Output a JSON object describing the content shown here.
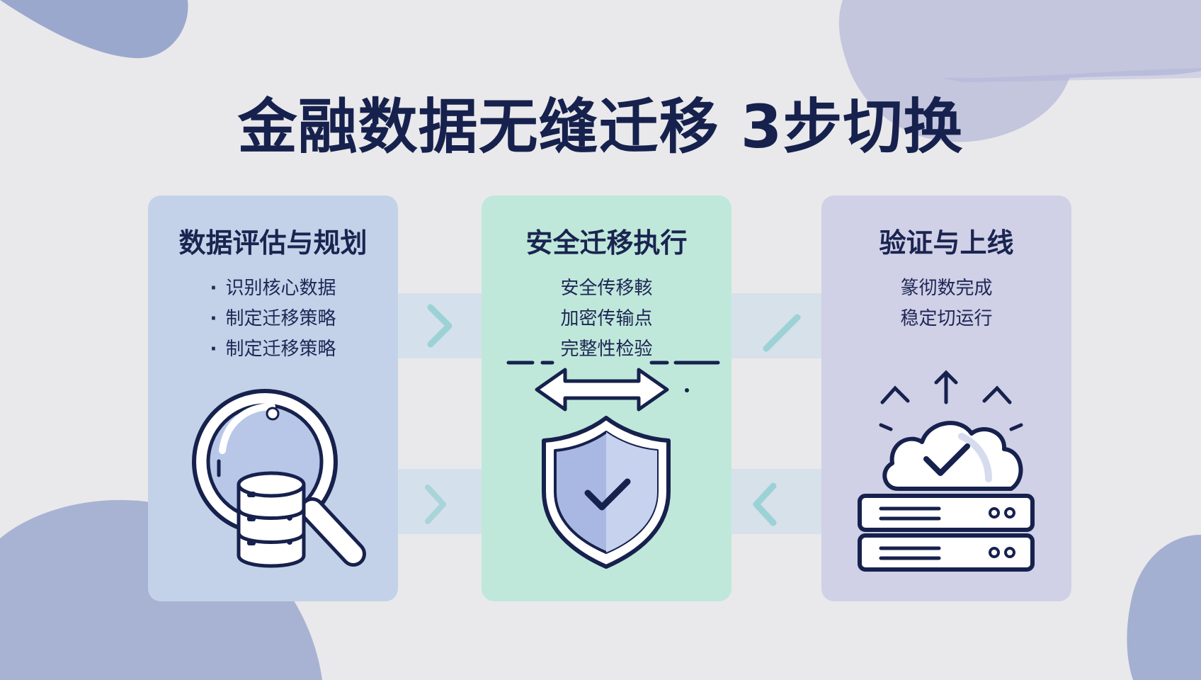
{
  "title": "金融数据无缝迁移 3步切换",
  "colors": {
    "background": "#e9e9eb",
    "card1": "#c3d2e8",
    "card2": "#bfe8da",
    "card3": "#d0d0e6",
    "ink": "#16214d",
    "blob": "#8c9cc8"
  },
  "steps": [
    {
      "title": "数据评估与规划",
      "items": [
        "识别核心数据",
        "制定迁移策略",
        "制定迁移策略"
      ],
      "icon": "magnifier-database-icon"
    },
    {
      "title": "安全迁移执行",
      "items": [
        "安全传移輆",
        "加密传输点",
        "完整性检验"
      ],
      "icon": "shield-check-icon"
    },
    {
      "title": "验证与上线",
      "items": [
        "篆彻数完成",
        "稳定切运行"
      ],
      "icon": "cloud-server-icon"
    }
  ]
}
